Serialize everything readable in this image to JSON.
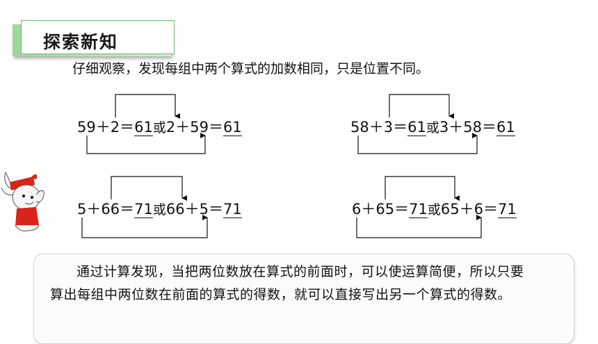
{
  "header": {
    "title": "探索新知"
  },
  "intro": "仔细观察，发现每组中两个算式的加数相同，只是位置不同。",
  "equations": [
    {
      "a": "59",
      "b": "2",
      "r1": "61",
      "or": "或",
      "c": "2",
      "d": "59",
      "r2": "61"
    },
    {
      "a": "58",
      "b": "3",
      "r1": "61",
      "or": "或",
      "c": "3",
      "d": "58",
      "r2": "61"
    },
    {
      "a": "5",
      "b": "66",
      "r1": "71",
      "or": "或",
      "c": "66",
      "d": "5",
      "r2": "71"
    },
    {
      "a": "6",
      "b": "65",
      "r1": "71",
      "or": "或",
      "c": "65",
      "d": "6",
      "r2": "71"
    }
  ],
  "symbols": {
    "plus": "＋",
    "equals": "＝"
  },
  "summary": "通过计算发现，当把两位数放在算式的前面时，可以使运算简便，所以只要算出每组中两位数在前面的算式的得数，就可以直接写出另一个算式的得数。",
  "colors": {
    "title_green": "#9bd79b",
    "mascot_red": "#d9241c"
  }
}
